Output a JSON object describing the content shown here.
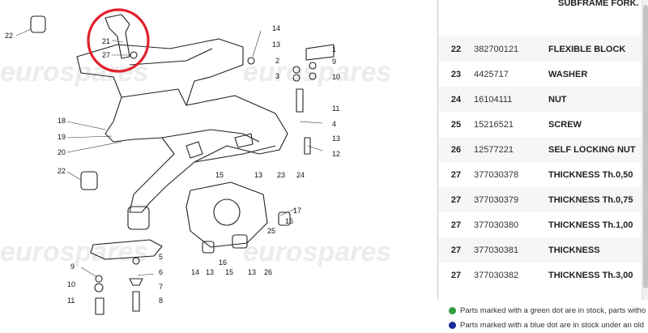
{
  "diagram": {
    "watermark": "eurospares",
    "callouts": [
      {
        "id": "22a",
        "label": "22"
      },
      {
        "id": "21",
        "label": "21"
      },
      {
        "id": "27",
        "label": "27"
      },
      {
        "id": "14a",
        "label": "14"
      },
      {
        "id": "13a",
        "label": "13"
      },
      {
        "id": "2",
        "label": "2"
      },
      {
        "id": "3",
        "label": "3"
      },
      {
        "id": "1",
        "label": "1"
      },
      {
        "id": "9a",
        "label": "9"
      },
      {
        "id": "10a",
        "label": "10"
      },
      {
        "id": "11a",
        "label": "11"
      },
      {
        "id": "18",
        "label": "18"
      },
      {
        "id": "19",
        "label": "19"
      },
      {
        "id": "20",
        "label": "20"
      },
      {
        "id": "4",
        "label": "4"
      },
      {
        "id": "13b",
        "label": "13"
      },
      {
        "id": "12",
        "label": "12"
      },
      {
        "id": "22b",
        "label": "22"
      },
      {
        "id": "15a",
        "label": "15"
      },
      {
        "id": "13c",
        "label": "13"
      },
      {
        "id": "23",
        "label": "23"
      },
      {
        "id": "24",
        "label": "24"
      },
      {
        "id": "17",
        "label": "17"
      },
      {
        "id": "16a",
        "label": "16"
      },
      {
        "id": "25",
        "label": "25"
      },
      {
        "id": "9b",
        "label": "9"
      },
      {
        "id": "5",
        "label": "5"
      },
      {
        "id": "6",
        "label": "6"
      },
      {
        "id": "10b",
        "label": "10"
      },
      {
        "id": "7",
        "label": "7"
      },
      {
        "id": "11b",
        "label": "11"
      },
      {
        "id": "8",
        "label": "8"
      },
      {
        "id": "14b",
        "label": "14"
      },
      {
        "id": "13d",
        "label": "13"
      },
      {
        "id": "15b",
        "label": "15"
      },
      {
        "id": "16b",
        "label": "16"
      },
      {
        "id": "13e",
        "label": "13"
      },
      {
        "id": "26",
        "label": "26"
      }
    ]
  },
  "table": {
    "header_desc": "SUBFRAME FORK.",
    "rows": [
      {
        "pos": "22",
        "code": "382700121",
        "desc": "FLEXIBLE BLOCK"
      },
      {
        "pos": "23",
        "code": "4425717",
        "desc": "WASHER"
      },
      {
        "pos": "24",
        "code": "16104111",
        "desc": "NUT"
      },
      {
        "pos": "25",
        "code": "15216521",
        "desc": "SCREW"
      },
      {
        "pos": "26",
        "code": "12577221",
        "desc": "SELF LOCKING NUT"
      },
      {
        "pos": "27",
        "code": "377030378",
        "desc": "THICKNESS Th.0,50"
      },
      {
        "pos": "27",
        "code": "377030379",
        "desc": "THICKNESS Th.0,75"
      },
      {
        "pos": "27",
        "code": "377030380",
        "desc": "THICKNESS Th.1,00"
      },
      {
        "pos": "27",
        "code": "377030381",
        "desc": "THICKNESS"
      },
      {
        "pos": "27",
        "code": "377030382",
        "desc": "THICKNESS Th.3,00"
      }
    ]
  },
  "legend": {
    "green_color": "#2e9e3a",
    "blue_color": "#1a2a9a",
    "green_text": "Parts marked with a green dot are in stock, parts witho",
    "blue_text": "Parts marked with a blue dot are in stock under an old"
  },
  "colors": {
    "highlight_circle": "#e0202a"
  }
}
